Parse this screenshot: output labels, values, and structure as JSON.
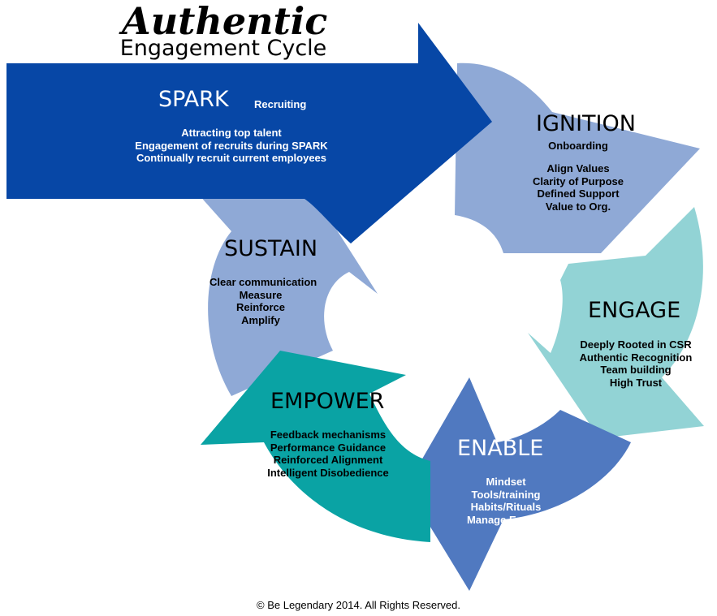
{
  "title": {
    "main": "Authentic",
    "sub": "Engagement Cycle"
  },
  "spark": {
    "heading": "SPARK",
    "subheading": "Recruiting",
    "items": [
      "Attracting top talent",
      "Engagement of recruits during SPARK",
      "Continually recruit current employees"
    ],
    "color": "#0747A6"
  },
  "ignition": {
    "heading": "IGNITION",
    "subheading": "Onboarding",
    "items": [
      "Align Values",
      "Clarity of Purpose",
      "Defined Support",
      "Value to Org."
    ],
    "color": "#8FA9D6"
  },
  "engage": {
    "heading": "ENGAGE",
    "items": [
      "Deeply Rooted in CSR",
      "Authentic Recognition",
      "Team building",
      "High Trust"
    ],
    "color": "#92D3D5"
  },
  "enable": {
    "heading": "ENABLE",
    "items": [
      "Mindset",
      "Tools/training",
      "Habits/Rituals",
      "Manage Energy"
    ],
    "color": "#5079C0"
  },
  "empower": {
    "heading": "EMPOWER",
    "items": [
      "Feedback mechanisms",
      "Performance Guidance",
      "Reinforced Alignment",
      "Intelligent Disobedience"
    ],
    "color": "#0AA3A4"
  },
  "sustain": {
    "heading": "SUSTAIN",
    "items": [
      "Clear communication",
      "Measure",
      "Reinforce",
      "Amplify"
    ],
    "color": "#8FA9D6"
  },
  "footer": "© Be Legendary 2014.  All Rights Reserved."
}
